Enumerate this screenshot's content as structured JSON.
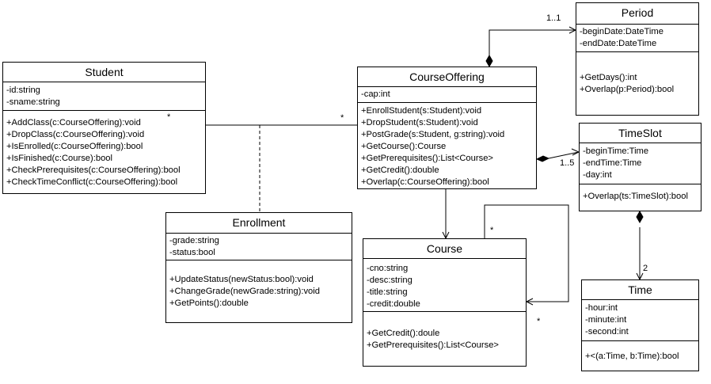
{
  "classes": {
    "student": {
      "name": "Student",
      "attributes": [
        "-id:string",
        "-sname:string"
      ],
      "operations": [
        "+AddClass(c:CourseOffering):void",
        "+DropClass(c:CourseOffering):void",
        "+IsEnrolled(c:CourseOffering):bool",
        "+IsFinished(c:Course):bool",
        "+CheckPrerequisites(c:CourseOffering):bool",
        "+CheckTimeConflict(c:CourseOffering):bool"
      ]
    },
    "enrollment": {
      "name": "Enrollment",
      "attributes": [
        "-grade:string",
        "-status:bool"
      ],
      "operations": [
        "+UpdateStatus(newStatus:bool):void",
        "+ChangeGrade(newGrade:string):void",
        "+GetPoints():double"
      ]
    },
    "courseoffering": {
      "name": "CourseOffering",
      "attributes": [
        "-cap:int"
      ],
      "operations": [
        "+EnrollStudent(s:Student):void",
        "+DropStudent(s:Student):void",
        "+PostGrade(s:Student, g:string):void",
        "+GetCourse():Course",
        "+GetPrerequisites():List<Course>",
        "+GetCredit():double",
        "+Overlap(c:CourseOffering):bool"
      ]
    },
    "course": {
      "name": "Course",
      "attributes": [
        "-cno:string",
        "-desc:string",
        "-title:string",
        "-credit:double"
      ],
      "operations": [
        "+GetCredit():doule",
        "+GetPrerequisites():List<Course>"
      ]
    },
    "period": {
      "name": "Period",
      "attributes": [
        "-beginDate:DateTime",
        "-endDate:DateTime"
      ],
      "operations": [
        "+GetDays():int",
        "+Overlap(p:Period):bool"
      ]
    },
    "timeslot": {
      "name": "TimeSlot",
      "attributes": [
        "-beginTime:Time",
        "-endTime:Time",
        "-day:int"
      ],
      "operations": [
        "+Overlap(ts:TimeSlot):bool"
      ]
    },
    "time": {
      "name": "Time",
      "attributes": [
        "-hour:int",
        "-minute:int",
        "-second:int"
      ],
      "operations": [
        "+<(a:Time, b:Time):bool"
      ]
    }
  },
  "multiplicities": {
    "student_co_student_end": "*",
    "student_co_offering_end": "*",
    "period": "1..1",
    "timeslot": "1..5",
    "course_self_a": "*",
    "course_self_b": "*",
    "time": "2"
  }
}
